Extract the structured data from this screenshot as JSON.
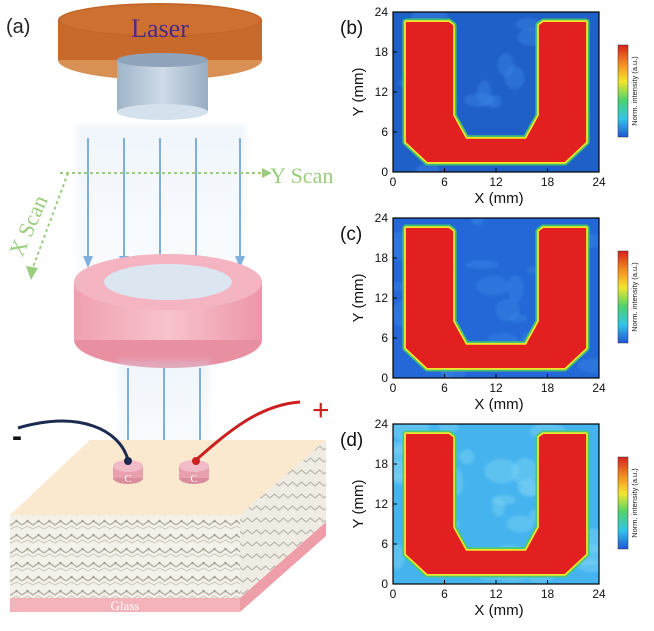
{
  "schematic": {
    "panel_label": "(a)",
    "laser_label": "Laser",
    "y_scan_label": "Y Scan",
    "x_scan_label": "X Scan",
    "electrode_label": "C",
    "substrate_label": "Glass",
    "negative_sign": "-",
    "positive_sign": "+",
    "colors": {
      "laser_top": "#c86a2c",
      "laser_rim": "#d98a48",
      "lens_barrel": "#b3c5d6",
      "beam": "#9ec3e6",
      "scan_arrow": "#9acd7e",
      "cylinder": "#f2a8b6",
      "cylinder_top": "#d7e3ef",
      "device_top": "#fae9cf",
      "glass": "#f4b3ba",
      "wire_negative": "#1c2a52",
      "wire_positive": "#cc1f1f",
      "electrode": "#e8a0ae"
    }
  },
  "maps": [
    {
      "panel_label": "(b)",
      "background": "#1f5fc8",
      "noise": "low"
    },
    {
      "panel_label": "(c)",
      "background": "#2368d6",
      "noise": "medium"
    },
    {
      "panel_label": "(d)",
      "background": "#45b4ee",
      "noise": "high"
    }
  ],
  "axes": {
    "x_label": "X (mm)",
    "y_label": "Y (mm)",
    "ticks": [
      "0",
      "6",
      "12",
      "18",
      "24"
    ],
    "range": [
      0,
      24
    ]
  },
  "colorbar": {
    "label": "Norm. intensity (a.u.)",
    "colors": [
      "#d71f1f",
      "#f58a1e",
      "#f2e62a",
      "#4bd36d",
      "#2fc6e8",
      "#2155d6"
    ]
  }
}
